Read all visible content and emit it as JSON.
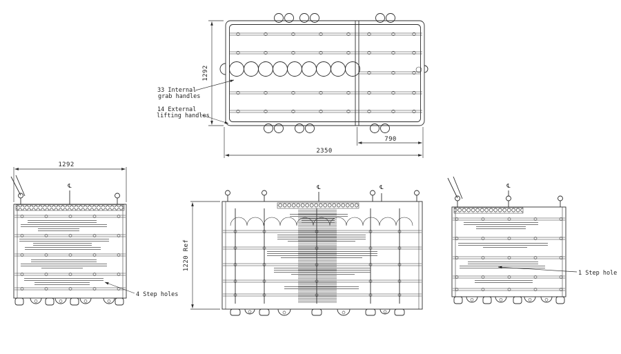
{
  "sheet": {
    "background": "#ffffff",
    "line_color": "#2b2b2b"
  },
  "plan_view": {
    "dim_height": "1292",
    "dim_width": "2350",
    "dim_right_section": "790",
    "callout_internal": {
      "line1": "33 Internal",
      "line2": "grab handles"
    },
    "callout_external": {
      "line1": "14 External",
      "line2": "lifting handles"
    }
  },
  "left_elevation": {
    "dim_width": "1292",
    "callout_step_holes": "4 Step holes",
    "centerline_symbol": "℄"
  },
  "center_elevation": {
    "dim_height": "1220 Ref",
    "centerline_symbol": "℄",
    "centerline_symbol_2": "℄"
  },
  "right_elevation": {
    "callout_step_hole": "1 Step hole",
    "centerline_symbol": "℄"
  }
}
